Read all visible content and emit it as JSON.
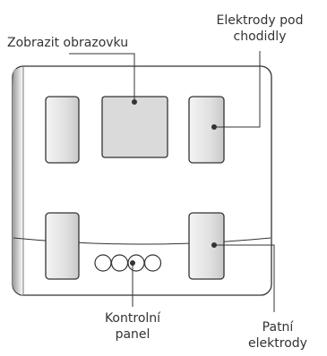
{
  "labels": {
    "display": "Zobrazit obrazovku",
    "sole_electrodes": [
      "Elektrody pod",
      "chodidly"
    ],
    "control_panel": [
      "Kontrolní",
      "panel"
    ],
    "heel_electrodes": [
      "Patní",
      "elektrody"
    ]
  },
  "control_buttons": 4,
  "colors": {
    "outline": "#333333",
    "pad_fill": "#e2e2e2",
    "screen_fill": "#dadada",
    "body_fill": "#ffffff",
    "text": "#333333"
  }
}
